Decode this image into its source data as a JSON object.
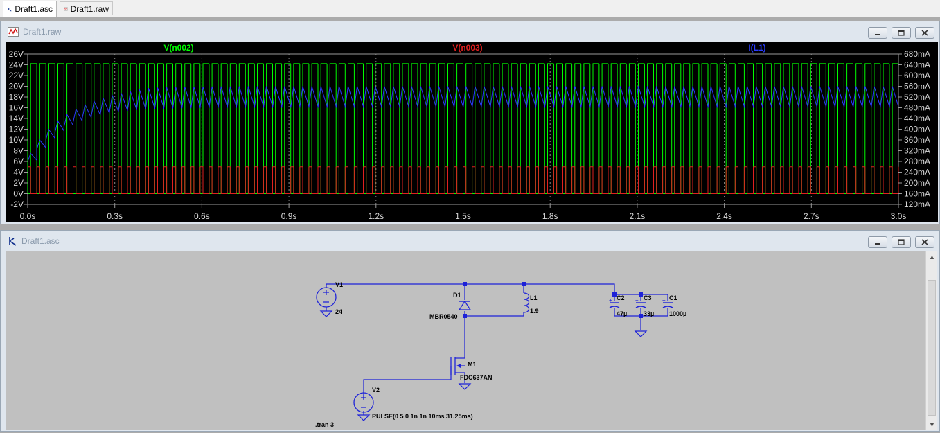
{
  "tabs": [
    {
      "label": "Draft1.asc",
      "icon": "schematic-icon"
    },
    {
      "label": "Draft1.raw",
      "icon": "waveform-icon"
    }
  ],
  "waveform_window": {
    "title": "Draft1.raw",
    "traces": [
      {
        "label": "V(n002)",
        "color": "#00ff00"
      },
      {
        "label": "V(n003)",
        "color": "#e02020"
      },
      {
        "label": "I(L1)",
        "color": "#2a3cff"
      }
    ],
    "left_ticks": [
      "26V",
      "24V",
      "22V",
      "20V",
      "18V",
      "16V",
      "14V",
      "12V",
      "10V",
      "8V",
      "6V",
      "4V",
      "2V",
      "0V",
      "-2V"
    ],
    "right_ticks": [
      "680mA",
      "640mA",
      "600mA",
      "560mA",
      "520mA",
      "480mA",
      "440mA",
      "400mA",
      "360mA",
      "320mA",
      "280mA",
      "240mA",
      "200mA",
      "160mA",
      "120mA"
    ],
    "x_ticks": [
      "0.0s",
      "0.3s",
      "0.6s",
      "0.9s",
      "1.2s",
      "1.5s",
      "1.8s",
      "2.1s",
      "2.4s",
      "2.7s",
      "3.0s"
    ]
  },
  "chart_data": {
    "type": "line",
    "x_range": [
      0,
      3.0
    ],
    "x_unit": "s",
    "ylim_left": [
      -2,
      26
    ],
    "ylim_right": [
      120,
      680
    ],
    "grid": true,
    "series": [
      {
        "name": "V(n002)",
        "axis": "left",
        "low": 0,
        "high": 24.2,
        "period": 0.03125
      },
      {
        "name": "V(n003)",
        "axis": "left",
        "low": 0,
        "high": 5,
        "period": 0.03125
      },
      {
        "name": "I(L1)",
        "axis": "right",
        "start": 280,
        "steady_low": 480,
        "steady_high": 560
      }
    ]
  },
  "schematic_window": {
    "title": "Draft1.asc",
    "components": {
      "v1": {
        "name": "V1",
        "value": "24"
      },
      "d1": {
        "name": "D1",
        "value": "MBR0540"
      },
      "l1": {
        "name": "L1",
        "value": "1.9"
      },
      "c2": {
        "name": "C2",
        "value": "47µ"
      },
      "c3": {
        "name": "C3",
        "value": "33µ"
      },
      "c1": {
        "name": "C1",
        "value": "1000µ"
      },
      "m1": {
        "name": "M1",
        "value": "FDC637AN"
      },
      "v2": {
        "name": "V2",
        "value": "PULSE(0 5 0 1n 1n 10ms 31.25ms)"
      }
    },
    "directive": ".tran 3"
  }
}
